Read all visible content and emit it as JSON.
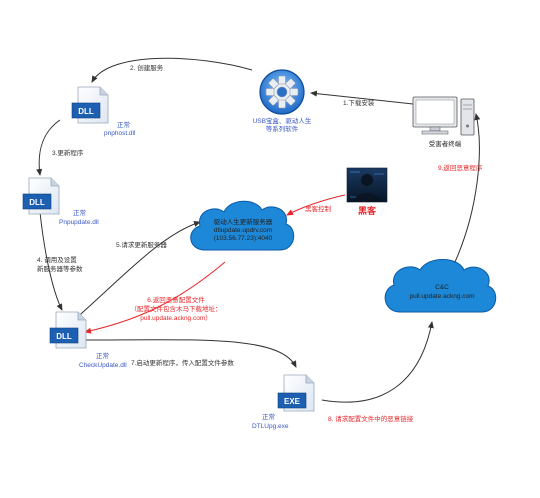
{
  "steps": {
    "s1": "1.下载安装",
    "s2": "2. 创建服务",
    "s3": "3.更新程序",
    "s4_line1": "4. 调用及设置",
    "s4_line2": "新服务器等参数",
    "s5": "5.请求更新服务器",
    "s6_line1": "6.返回恶意配置文件",
    "s6_line2": "（配置文件包含木马下载地址：",
    "s6_line3": "pull.update.ackng.com）",
    "s7": "7.启动更新程序，传入配置文件参数",
    "s8": "8. 请求配置文件中的恶意链接",
    "s9": "9.返回恶意程序"
  },
  "nodes": {
    "victim": "受害者终端",
    "installer_line1": "USB宝盒、驱动人生",
    "installer_line2": "等系列软件",
    "hacker": "黑客",
    "hacker_control": "黑客控制",
    "update_server_line1": "驱动人生更新服务器",
    "update_server_line2": "dtlupdate.updrv.com",
    "update_server_line3": "(103.56.77.23):4040",
    "cnc_line1": "C&C",
    "cnc_line2": "pull.update.ackng.com",
    "dll1_status": "正常",
    "dll1_name": "pnphost.dll",
    "dll2_status": "正常",
    "dll2_name": "Pnpupdate.dll",
    "dll3_status": "正常",
    "dll3_name": "CheckUpdate.dll",
    "exe_status": "正常",
    "exe_name": "DTLUpg.exe"
  },
  "file_types": {
    "dll": "DLL",
    "exe": "EXE"
  },
  "colors": {
    "file_blue": "#1d5fb0",
    "file_blue_dark": "#0e3f80",
    "cloud": "#1e88d8",
    "cloud_dark": "#0a5aa8",
    "red": "#e8262a",
    "arrow": "#333333"
  },
  "icons": [
    "gear-icon",
    "computer-icon",
    "hacker-icon",
    "cloud-icon",
    "dll-file-icon",
    "exe-file-icon"
  ]
}
